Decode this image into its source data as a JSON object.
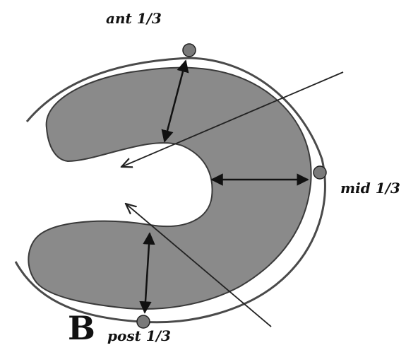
{
  "labels": {
    "anterior": "ant 1/3",
    "middle": "mid 1/3",
    "posterior": "post 1/3",
    "panel": "B"
  },
  "colors": {
    "meniscus_fill": "#8a8a8a",
    "outline": "#3a3a3a",
    "capsule_line": "#4a4a4a",
    "landmark_dot": "#7a7a7a",
    "arrow": "#111111",
    "label_text": "#111111"
  },
  "markers": [
    "anterior-third-landmark",
    "middle-third-landmark",
    "posterior-third-landmark"
  ]
}
